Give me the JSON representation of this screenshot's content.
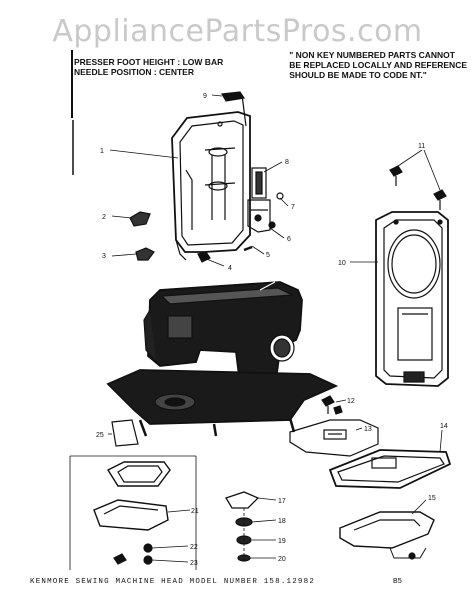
{
  "watermark": "AppliancePartsPros.com",
  "header": {
    "line1": "PRESSER FOOT HEIGHT : LOW BAR",
    "line2": "NEEDLE POSITION : CENTER"
  },
  "note": {
    "line1": "\" NON KEY NUMBERED PARTS CANNOT",
    "line2": "BE REPLACED LOCALLY AND REFERENCE",
    "line3": "SHOULD BE MADE TO CODE NT.\""
  },
  "footer": {
    "caption": "KENMORE SEWING MACHINE HEAD  MODEL NUMBER 158.12982",
    "code": "B5"
  },
  "callouts": {
    "c1": "1",
    "c2": "2",
    "c3": "3",
    "c4": "4",
    "c5": "5",
    "c6": "6",
    "c7": "7",
    "c8": "8",
    "c9": "9",
    "c10": "10",
    "c11": "11",
    "c12": "12",
    "c13": "13",
    "c14": "14",
    "c15": "15",
    "c17": "17",
    "c18": "18",
    "c19": "19",
    "c20": "20",
    "c21": "21",
    "c22": "22",
    "c23": "23",
    "c25": "25"
  }
}
